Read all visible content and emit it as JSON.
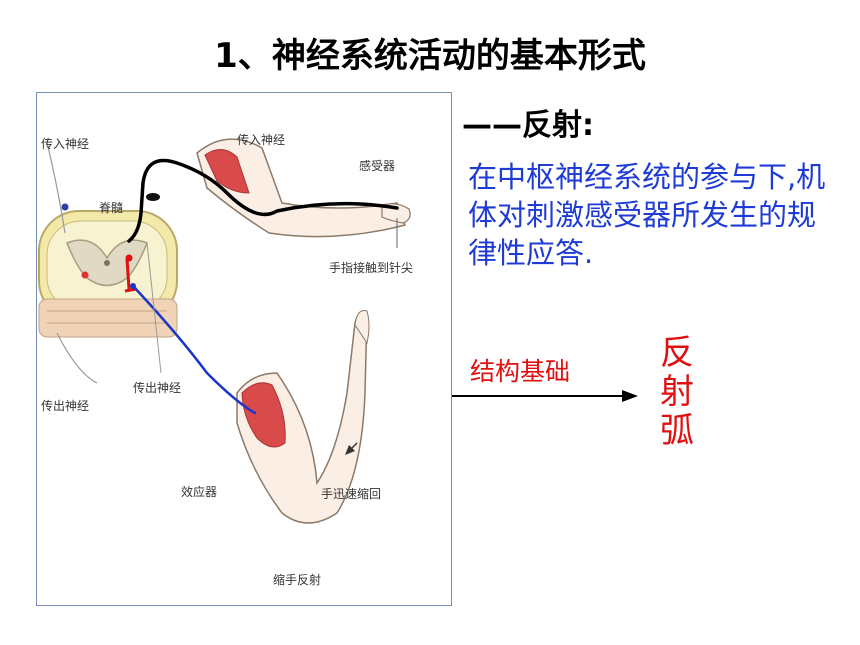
{
  "slide": {
    "title": "1、神经系统活动的基本形式",
    "reflex_heading": "——反射:",
    "definition": "在中枢神经系统的参与下,机体对刺激感受器所发生的规律性应答.",
    "structural_basis": "结构基础",
    "reflex_arc": [
      "反",
      "射",
      "弧"
    ]
  },
  "figure": {
    "labels": {
      "afferent_left": "传入神经",
      "afferent_top": "传入神经",
      "receptor": "感受器",
      "spinal_cord": "脊髓",
      "finger_touch": "手指接触到针尖",
      "efferent_left": "传出神经",
      "efferent_mid": "传出神经",
      "effector": "效应器",
      "withdraw": "手迅速缩回",
      "caption": "缩手反射"
    }
  },
  "colors": {
    "definition_text": "#1f3bd6",
    "accent_red": "#e01010",
    "afferent_path": "#000000",
    "efferent_path": "#1a35c8",
    "muscle": "#d94a4a",
    "spinal_gray": "#e8e2b0"
  }
}
